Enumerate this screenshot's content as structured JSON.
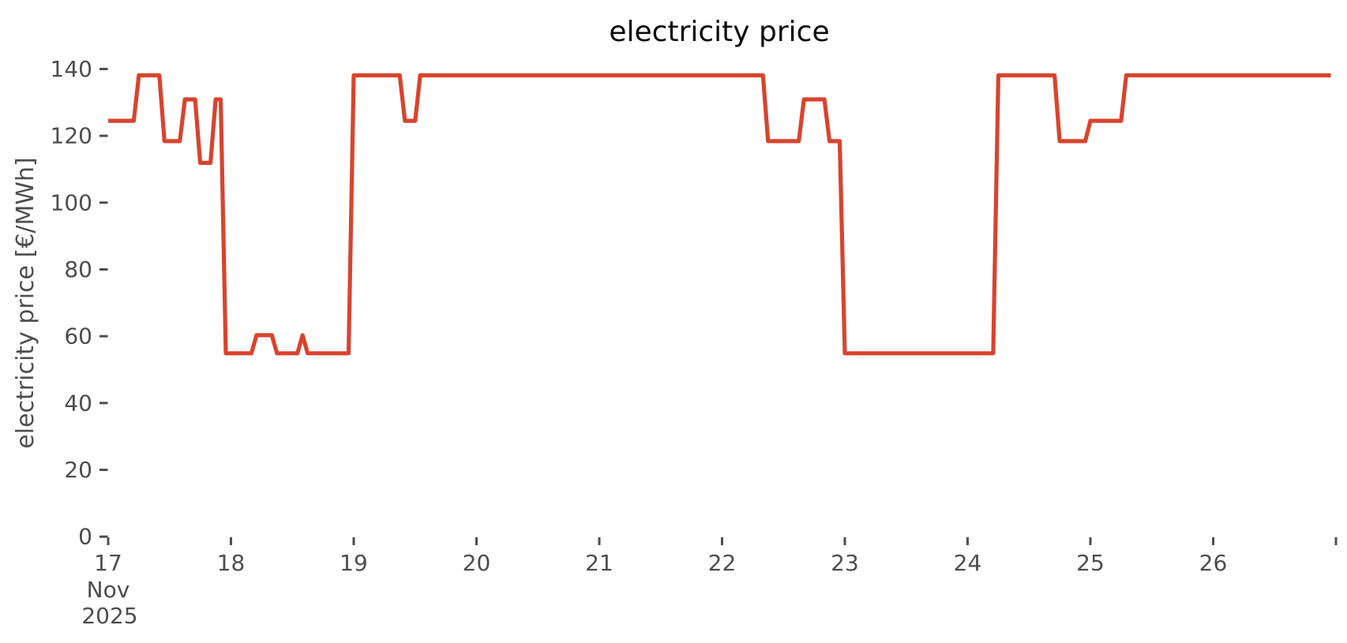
{
  "title": "electricity price",
  "y_axis": {
    "label": "electricity price [€/MWh]",
    "ticks": [
      0,
      20,
      40,
      60,
      80,
      100,
      120,
      140
    ],
    "range": [
      0,
      146
    ]
  },
  "x_axis": {
    "tick_labels": [
      "17",
      "18",
      "19",
      "20",
      "21",
      "22",
      "23",
      "24",
      "25",
      "26"
    ],
    "unlabeled_end_tick_day": 27,
    "month_label": "Nov",
    "year_label": "2025"
  },
  "colors": {
    "line": "#d8442e",
    "tick_text": "#4d4d4d",
    "title_text": "#0a0a0a",
    "background": "#ffffff"
  },
  "chart_data": {
    "type": "line",
    "title": "electricity price",
    "xlabel": "",
    "ylabel": "electricity price [€/MWh]",
    "legend": "none",
    "grid": false,
    "x_start": "2025-11-17T00:00",
    "x_end": "2025-11-26T23:00",
    "x_freq_hours": 1,
    "x_tick_days": [
      17,
      18,
      19,
      20,
      21,
      22,
      23,
      24,
      25,
      26,
      27
    ],
    "ylim": [
      0,
      146
    ],
    "unit": "€/MWh",
    "series": [
      {
        "name": "electricity price",
        "encoding": "runs are [value_eur_per_mwh, number_of_consecutive_hours] starting 2025-11-17 00:00, 240 hourly points total",
        "runs": [
          [
            124.5,
            6
          ],
          [
            138.1,
            5
          ],
          [
            118.4,
            4
          ],
          [
            130.9,
            3
          ],
          [
            111.9,
            3
          ],
          [
            130.9,
            2
          ],
          [
            54.9,
            6
          ],
          [
            60.3,
            4
          ],
          [
            54.9,
            5
          ],
          [
            60.3,
            1
          ],
          [
            54.9,
            9
          ],
          [
            138.1,
            10
          ],
          [
            124.5,
            3
          ],
          [
            138.1,
            68
          ],
          [
            118.4,
            7
          ],
          [
            130.9,
            5
          ],
          [
            118.4,
            3
          ],
          [
            54.9,
            30
          ],
          [
            138.1,
            12
          ],
          [
            118.4,
            6
          ],
          [
            124.5,
            7
          ],
          [
            138.1,
            41
          ]
        ]
      }
    ]
  },
  "layout_note": "single line chart, no legend, no gridlines, ticks only (no spines)"
}
